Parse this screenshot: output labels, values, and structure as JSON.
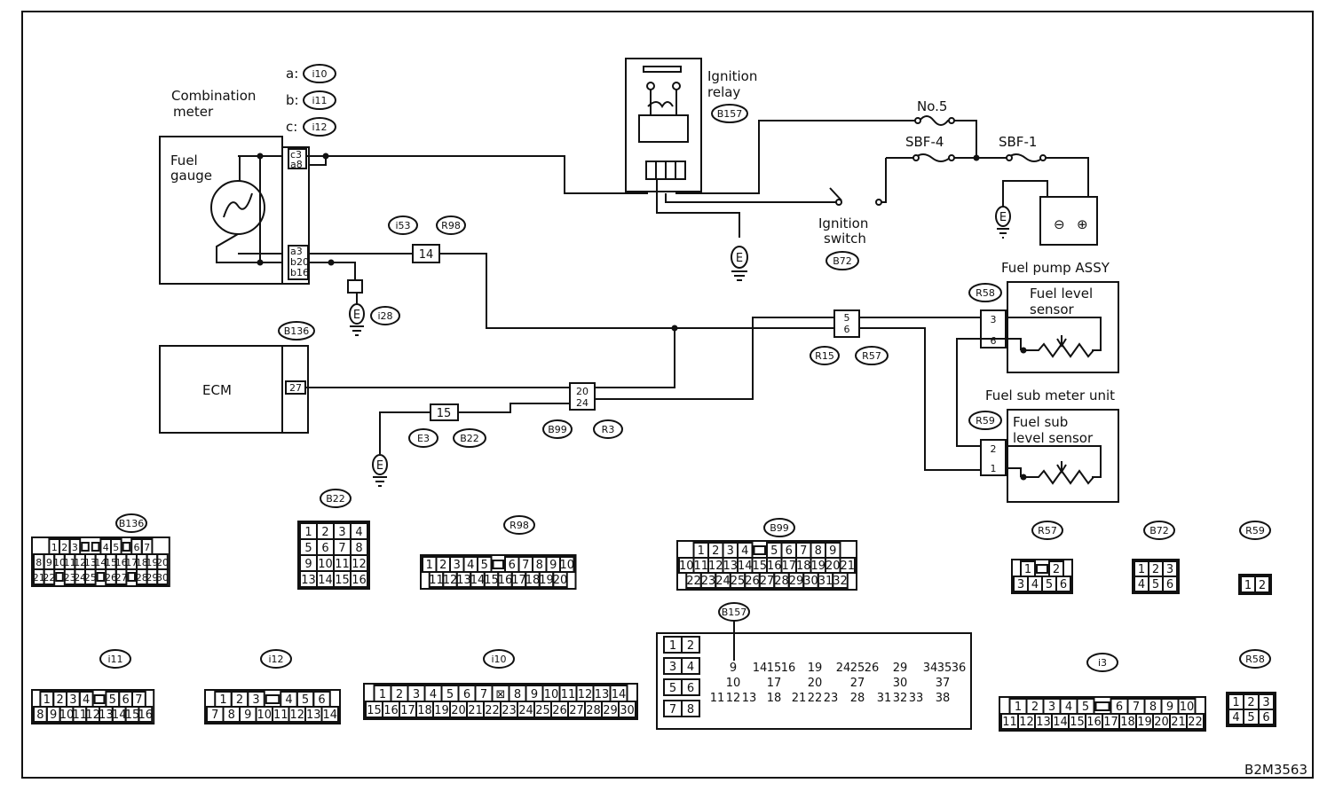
{
  "meter": {
    "title_line1": "Combination",
    "title_line2": "meter",
    "gauge_line1": "Fuel",
    "gauge_line2": "gauge",
    "conn_a_key": "a:",
    "conn_a": "i10",
    "conn_b_key": "b:",
    "conn_b": "i11",
    "conn_c_key": "c:",
    "conn_c": "i12",
    "pins": [
      "c3",
      "a8",
      "a3",
      "b20",
      "b16"
    ]
  },
  "relay": {
    "line1": "Ignition",
    "line2": "relay",
    "conn": "B157"
  },
  "fuses": {
    "no5": "No.5",
    "sbf4": "SBF-4",
    "sbf1": "SBF-1"
  },
  "ignition_switch": {
    "line1": "Ignition",
    "line2": "switch",
    "conn": "B72"
  },
  "ground_symbol": "E",
  "battery": {
    "neg": "⊖",
    "pos": "⊕"
  },
  "ecm": {
    "label": "ECM",
    "conn": "B136",
    "pin": "27"
  },
  "splices": {
    "i53_r98": {
      "a": "i53",
      "b": "R98",
      "pin": "14"
    },
    "e3_b22": {
      "a": "E3",
      "b": "B22",
      "pin": "15"
    },
    "b99_r3": {
      "a": "B99",
      "b": "R3",
      "pins": [
        "20",
        "24"
      ]
    },
    "r15_r57": {
      "a": "R15",
      "b": "R57",
      "pins": [
        "5",
        "6"
      ]
    },
    "i28": "i28"
  },
  "fuel_pump": {
    "title": "Fuel pump ASSY",
    "conn": "R58",
    "sensor_line1": "Fuel level",
    "sensor_line2": "sensor",
    "pins": [
      "3",
      "6"
    ]
  },
  "sub_meter": {
    "title": "Fuel sub meter unit",
    "conn": "R59",
    "sensor_line1": "Fuel sub",
    "sensor_line2": "level sensor",
    "pins": [
      "2",
      "1"
    ]
  },
  "connector_views": {
    "B136": {
      "rows": [
        [
          "1",
          "2",
          "3",
          "",
          "",
          "4",
          "5",
          "",
          "6",
          "7"
        ],
        [
          "8",
          "9",
          "10",
          "11",
          "12",
          "13",
          "14",
          "15",
          "16",
          "17",
          "18",
          "19",
          "20"
        ],
        [
          "21",
          "22",
          "",
          "23",
          "24",
          "25",
          "",
          "26",
          "27",
          "",
          "28",
          "29",
          "30"
        ]
      ]
    },
    "B22": {
      "rows": [
        [
          "1",
          "2",
          "3",
          "4"
        ],
        [
          "5",
          "6",
          "7",
          "8"
        ],
        [
          "9",
          "10",
          "11",
          "12"
        ],
        [
          "13",
          "14",
          "15",
          "16"
        ]
      ]
    },
    "R98": {
      "rows": [
        [
          "1",
          "2",
          "3",
          "4",
          "5",
          "",
          "6",
          "7",
          "8",
          "9",
          "10"
        ],
        [
          "11",
          "12",
          "13",
          "14",
          "15",
          "16",
          "17",
          "18",
          "19",
          "20"
        ]
      ]
    },
    "B99": {
      "rows": [
        [
          "1",
          "2",
          "3",
          "4",
          "",
          "5",
          "6",
          "7",
          "8",
          "9"
        ],
        [
          "10",
          "11",
          "12",
          "13",
          "14",
          "15",
          "16",
          "17",
          "18",
          "19",
          "20",
          "21"
        ],
        [
          "22",
          "23",
          "24",
          "25",
          "26",
          "27",
          "28",
          "29",
          "30",
          "31",
          "32"
        ]
      ]
    },
    "R57": {
      "rows": [
        [
          "1",
          "",
          "2"
        ],
        [
          "3",
          "4",
          "5",
          "6"
        ]
      ]
    },
    "B72": {
      "rows": [
        [
          "1",
          "2",
          "3"
        ],
        [
          "4",
          "5",
          "6"
        ]
      ]
    },
    "R59": {
      "rows": [
        [
          "1",
          "2"
        ]
      ]
    },
    "i11": {
      "rows": [
        [
          "1",
          "2",
          "3",
          "4",
          "",
          "5",
          "6",
          "7"
        ],
        [
          "8",
          "9",
          "10",
          "11",
          "12",
          "13",
          "14",
          "15",
          "16"
        ]
      ]
    },
    "i12": {
      "rows": [
        [
          "1",
          "2",
          "3",
          "",
          "4",
          "5",
          "6"
        ],
        [
          "7",
          "8",
          "9",
          "10",
          "11",
          "12",
          "13",
          "14"
        ]
      ]
    },
    "i10": {
      "rows": [
        [
          "1",
          "2",
          "3",
          "4",
          "5",
          "6",
          "7",
          "⊠",
          "8",
          "9",
          "10",
          "11",
          "12",
          "13",
          "14"
        ],
        [
          "15",
          "16",
          "17",
          "18",
          "19",
          "20",
          "21",
          "22",
          "23",
          "24",
          "25",
          "26",
          "27",
          "28",
          "29",
          "30"
        ]
      ]
    },
    "B157": {
      "rows": [
        [
          "1",
          "2"
        ],
        [
          "3",
          "4"
        ],
        [
          "5",
          "6"
        ],
        [
          "7",
          "8"
        ],
        [
          "9",
          "10",
          "11",
          "12",
          "13",
          "14",
          "15",
          "16",
          "17",
          "18",
          "19",
          "20",
          "21",
          "22",
          "23",
          "24",
          "25",
          "26",
          "27",
          "28",
          "29",
          "30",
          "31",
          "32",
          "33",
          "34",
          "35",
          "36",
          "37",
          "38"
        ]
      ]
    },
    "i3": {
      "rows": [
        [
          "1",
          "2",
          "3",
          "4",
          "5",
          "",
          "6",
          "7",
          "8",
          "9",
          "10"
        ],
        [
          "11",
          "12",
          "13",
          "14",
          "15",
          "16",
          "17",
          "18",
          "19",
          "20",
          "21",
          "22"
        ]
      ]
    },
    "R58": {
      "rows": [
        [
          "1",
          "2",
          "3"
        ],
        [
          "4",
          "5",
          "6"
        ]
      ]
    }
  },
  "figure_id": "B2M3563"
}
